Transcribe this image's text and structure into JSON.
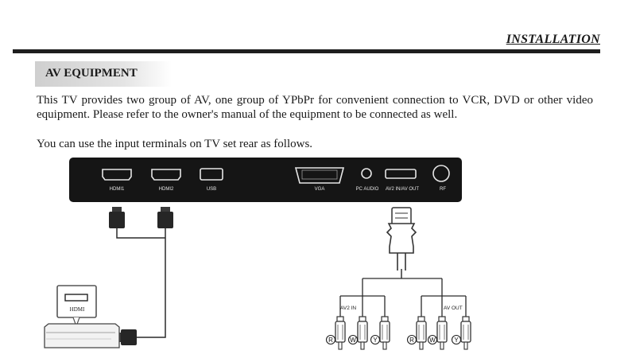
{
  "header": {
    "section": "INSTALLATION"
  },
  "subheading": "AV EQUIPMENT",
  "body": {
    "paragraph1": "This TV provides two group of AV, one group of YPbPr for convenient connection to VCR, DVD or other video equipment. Please refer to the owner's manual of the equipment to be connected as well.",
    "paragraph2": "You can use the input terminals on TV set rear as follows."
  },
  "panel_ports": {
    "hdmi1": "HDMI1",
    "hdmi2": "HDMI2",
    "usb": "USB",
    "vga": "VGA",
    "pc_audio": "PC AUDIO",
    "av_in_out": "AV2 IN/AV OUT",
    "rf": "RF"
  },
  "device": {
    "hdmi_tag": "HDMI"
  },
  "cable_labels": {
    "av_in": "AV2 IN",
    "av_out": "AV OUT"
  },
  "jack_letters": [
    "R",
    "W",
    "Y",
    "R",
    "W",
    "Y"
  ]
}
